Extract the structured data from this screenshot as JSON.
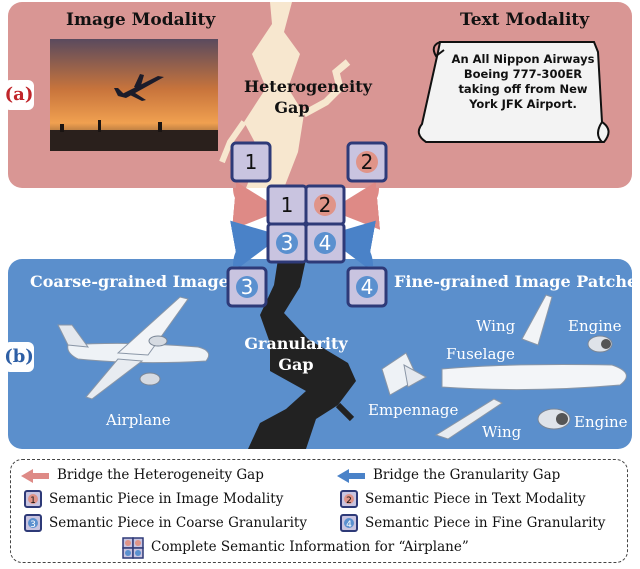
{
  "panel_a": {
    "tag": "(a)",
    "image_heading": "Image Modality",
    "text_heading": "Text Modality",
    "gap_label": "Heterogeneity Gap",
    "caption": "An All Nippon Airways Boeing 777-300ER taking off from New York JFK Airport."
  },
  "panel_b": {
    "tag": "(b)",
    "coarse_heading": "Coarse-grained Image",
    "fine_heading": "Fine-grained Image Patches",
    "gap_label": "Granularity Gap",
    "airplane_label": "Airplane",
    "parts": {
      "wing_top": "Wing",
      "engine_top": "Engine",
      "fuselage": "Fuselage",
      "empennage": "Empennage",
      "wing_bottom": "Wing",
      "engine_bottom": "Engine"
    }
  },
  "pieces": [
    "1",
    "2",
    "3",
    "4"
  ],
  "legend": {
    "hetero_bridge": "Bridge the Heterogeneity Gap",
    "gran_bridge": "Bridge the Granularity Gap",
    "piece_image": "Semantic Piece in Image Modality",
    "piece_text": "Semantic Piece in Text Modality",
    "piece_coarse": "Semantic Piece in Coarse Granularity",
    "piece_fine": "Semantic Piece in Fine Granularity",
    "complete": "Complete Semantic Information for “Airplane”"
  },
  "colors": {
    "panel_a": "#d99694",
    "panel_b": "#5b8fcc",
    "piece_fill": "#c9c4e0",
    "piece_stroke": "#2e3a78",
    "badge_pink": "#e09488",
    "badge_blue": "#5a90cf",
    "arrow_pink": "#de8a86",
    "arrow_blue": "#4a82c8",
    "crack_light": "#f7e7cf",
    "crack_dark": "#222222"
  },
  "icons": {
    "photo": "airplane-takeoff-photo",
    "scroll": "scroll-icon",
    "puzzle": "puzzle-piece-icon",
    "airplane": "airplane-illustration",
    "arrow": "curved-arrow-icon"
  }
}
